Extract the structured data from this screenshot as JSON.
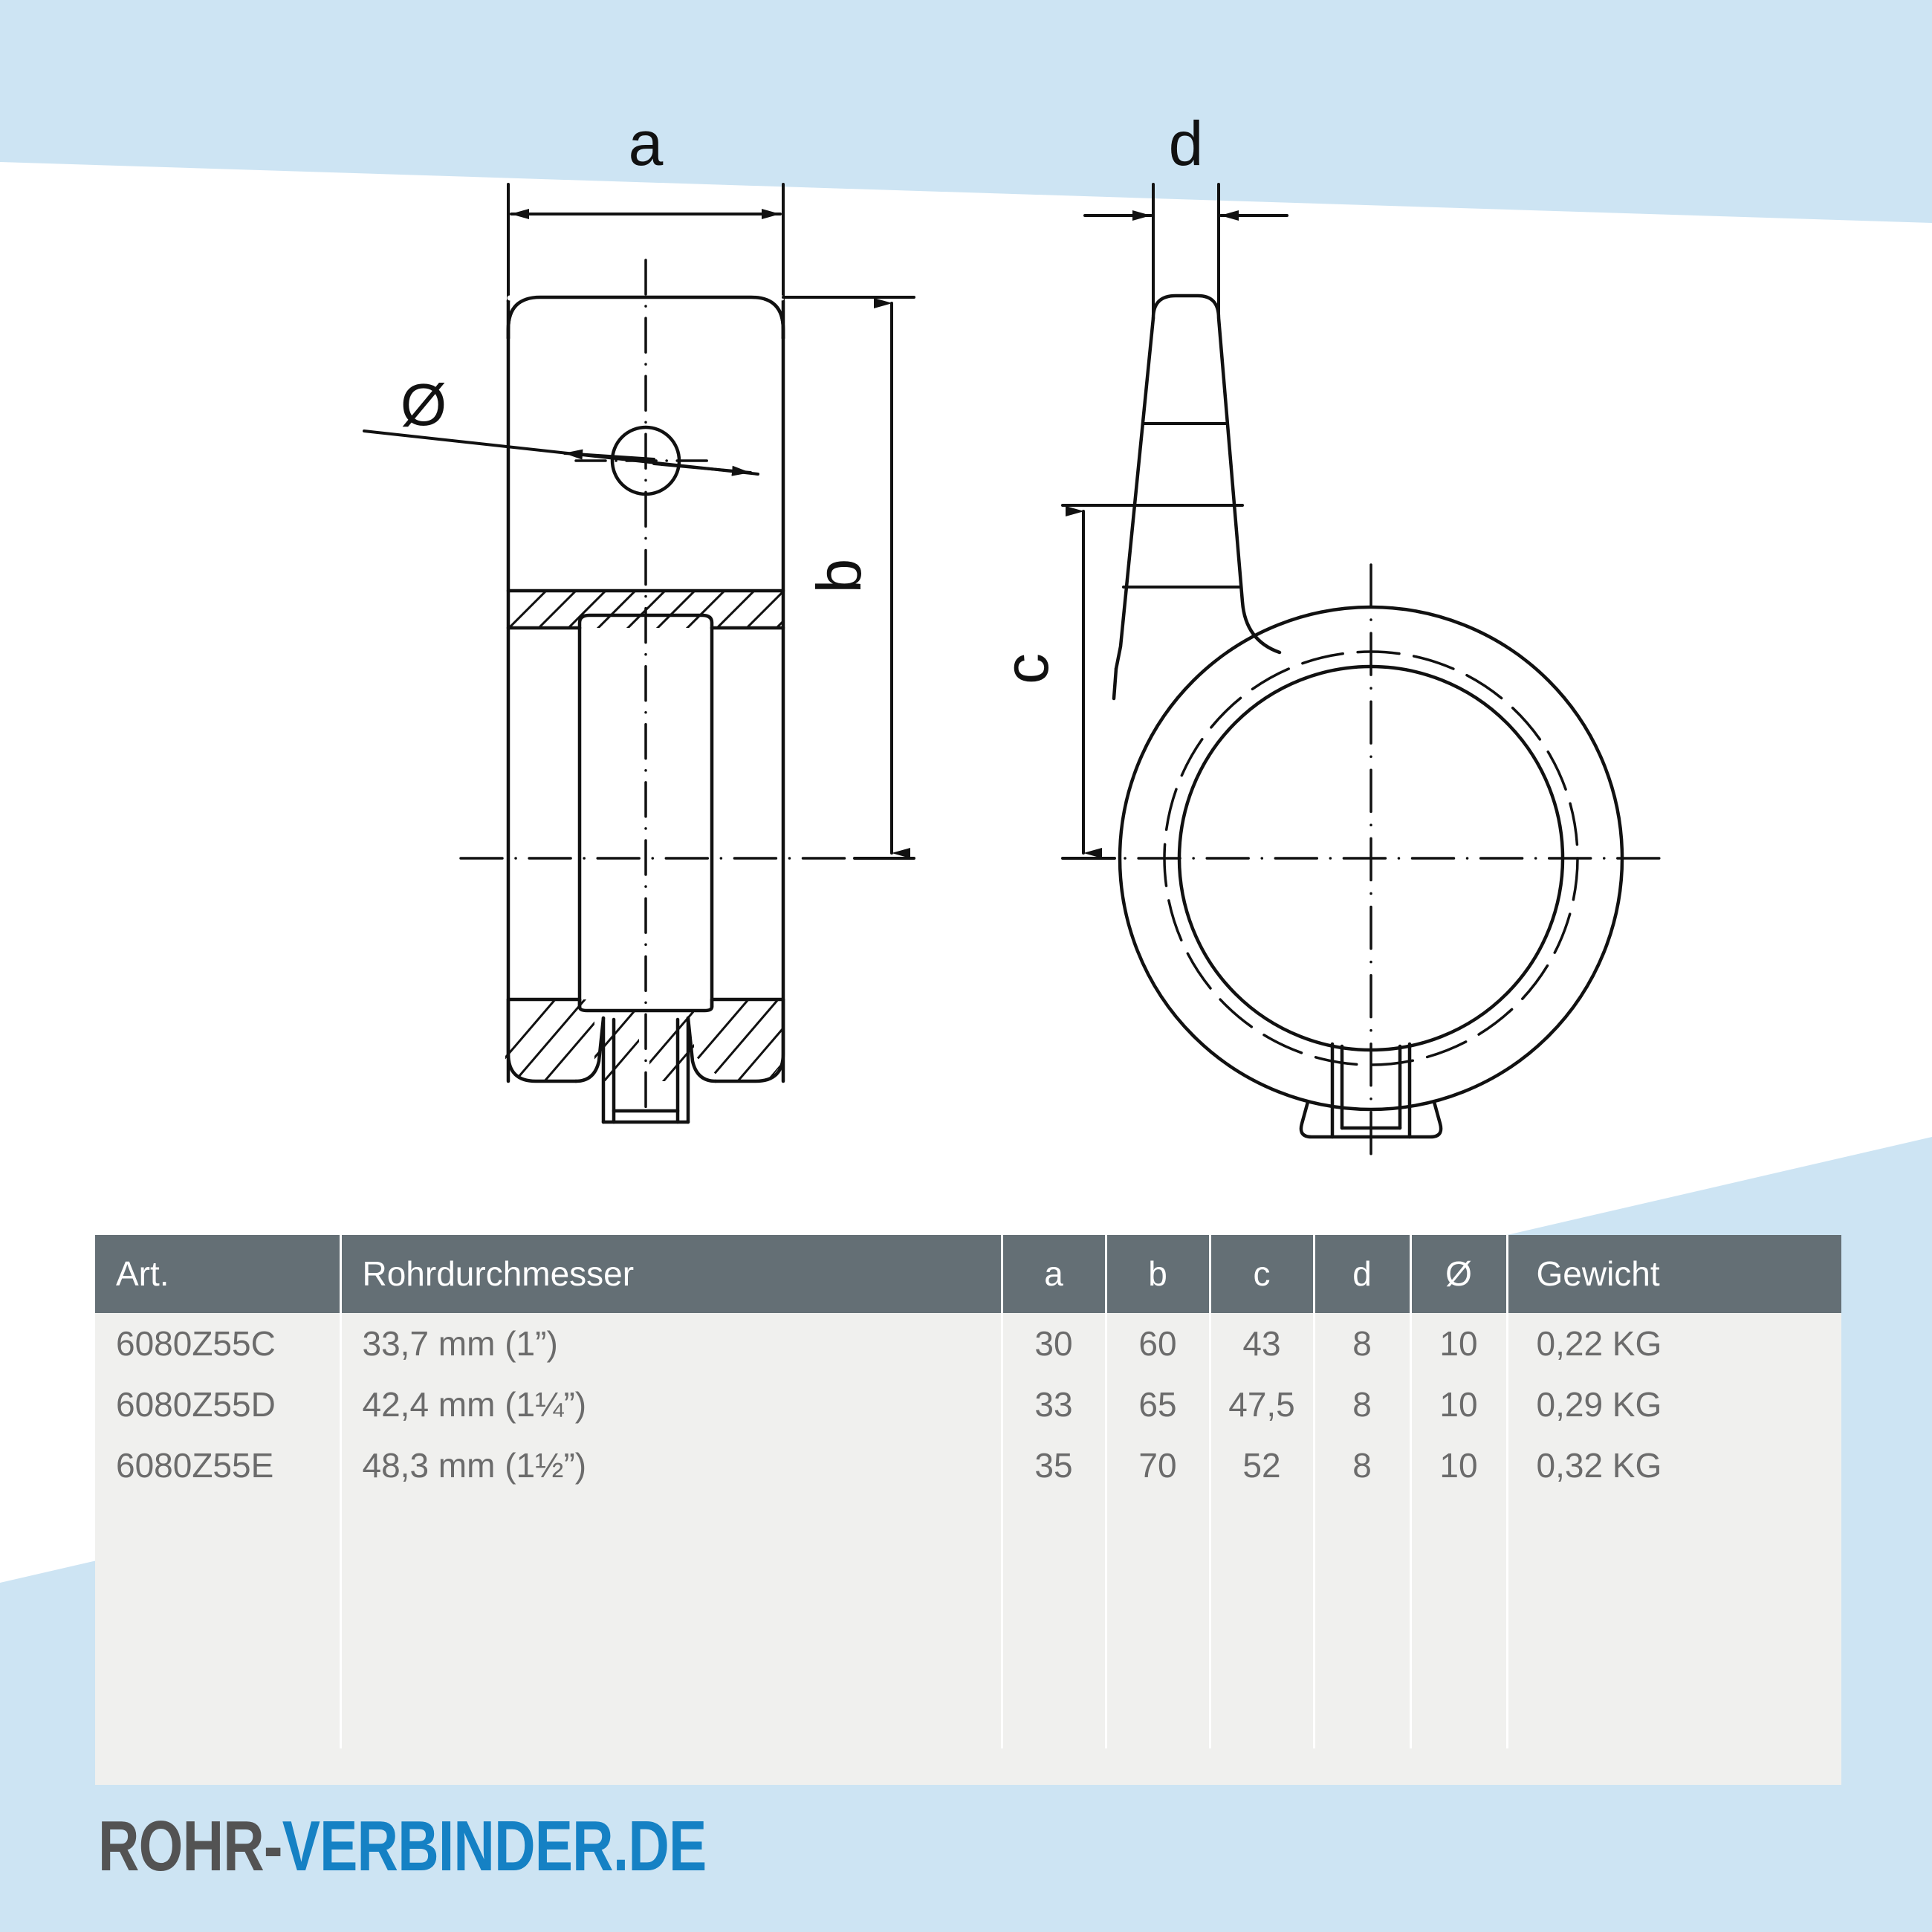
{
  "brand": {
    "logo_dark": "ROHR-",
    "logo_blue": "VERBINDER.DE",
    "accent_blue": "#1581c4",
    "bg_blue": "#cde4f3",
    "table_header_gray": "#646f75",
    "table_body_gray": "#f0f0ee",
    "text_gray": "#6b6b6b"
  },
  "drawing": {
    "title": "technical-dimension-drawing",
    "labels": {
      "a": "a",
      "b": "b",
      "c": "c",
      "d": "d",
      "diameter": "Ø"
    }
  },
  "table": {
    "headers": {
      "art": "Art.",
      "rohrdurchmesser": "Rohrdurchmesser",
      "a": "a",
      "b": "b",
      "c": "c",
      "d": "d",
      "diameter": "Ø",
      "gewicht": "Gewicht"
    },
    "rows": [
      {
        "art": "6080Z55C",
        "rohrdurchmesser": "33,7 mm (1”)",
        "a": "30",
        "b": "60",
        "c": "43",
        "d": "8",
        "diameter": "10",
        "gewicht": "0,22 KG"
      },
      {
        "art": "6080Z55D",
        "rohrdurchmesser": "42,4 mm (1¼”)",
        "a": "33",
        "b": "65",
        "c": "47,5",
        "d": "8",
        "diameter": "10",
        "gewicht": "0,29 KG"
      },
      {
        "art": "6080Z55E",
        "rohrdurchmesser": "48,3 mm (1½”)",
        "a": "35",
        "b": "70",
        "c": "52",
        "d": "8",
        "diameter": "10",
        "gewicht": "0,32 KG"
      }
    ]
  }
}
